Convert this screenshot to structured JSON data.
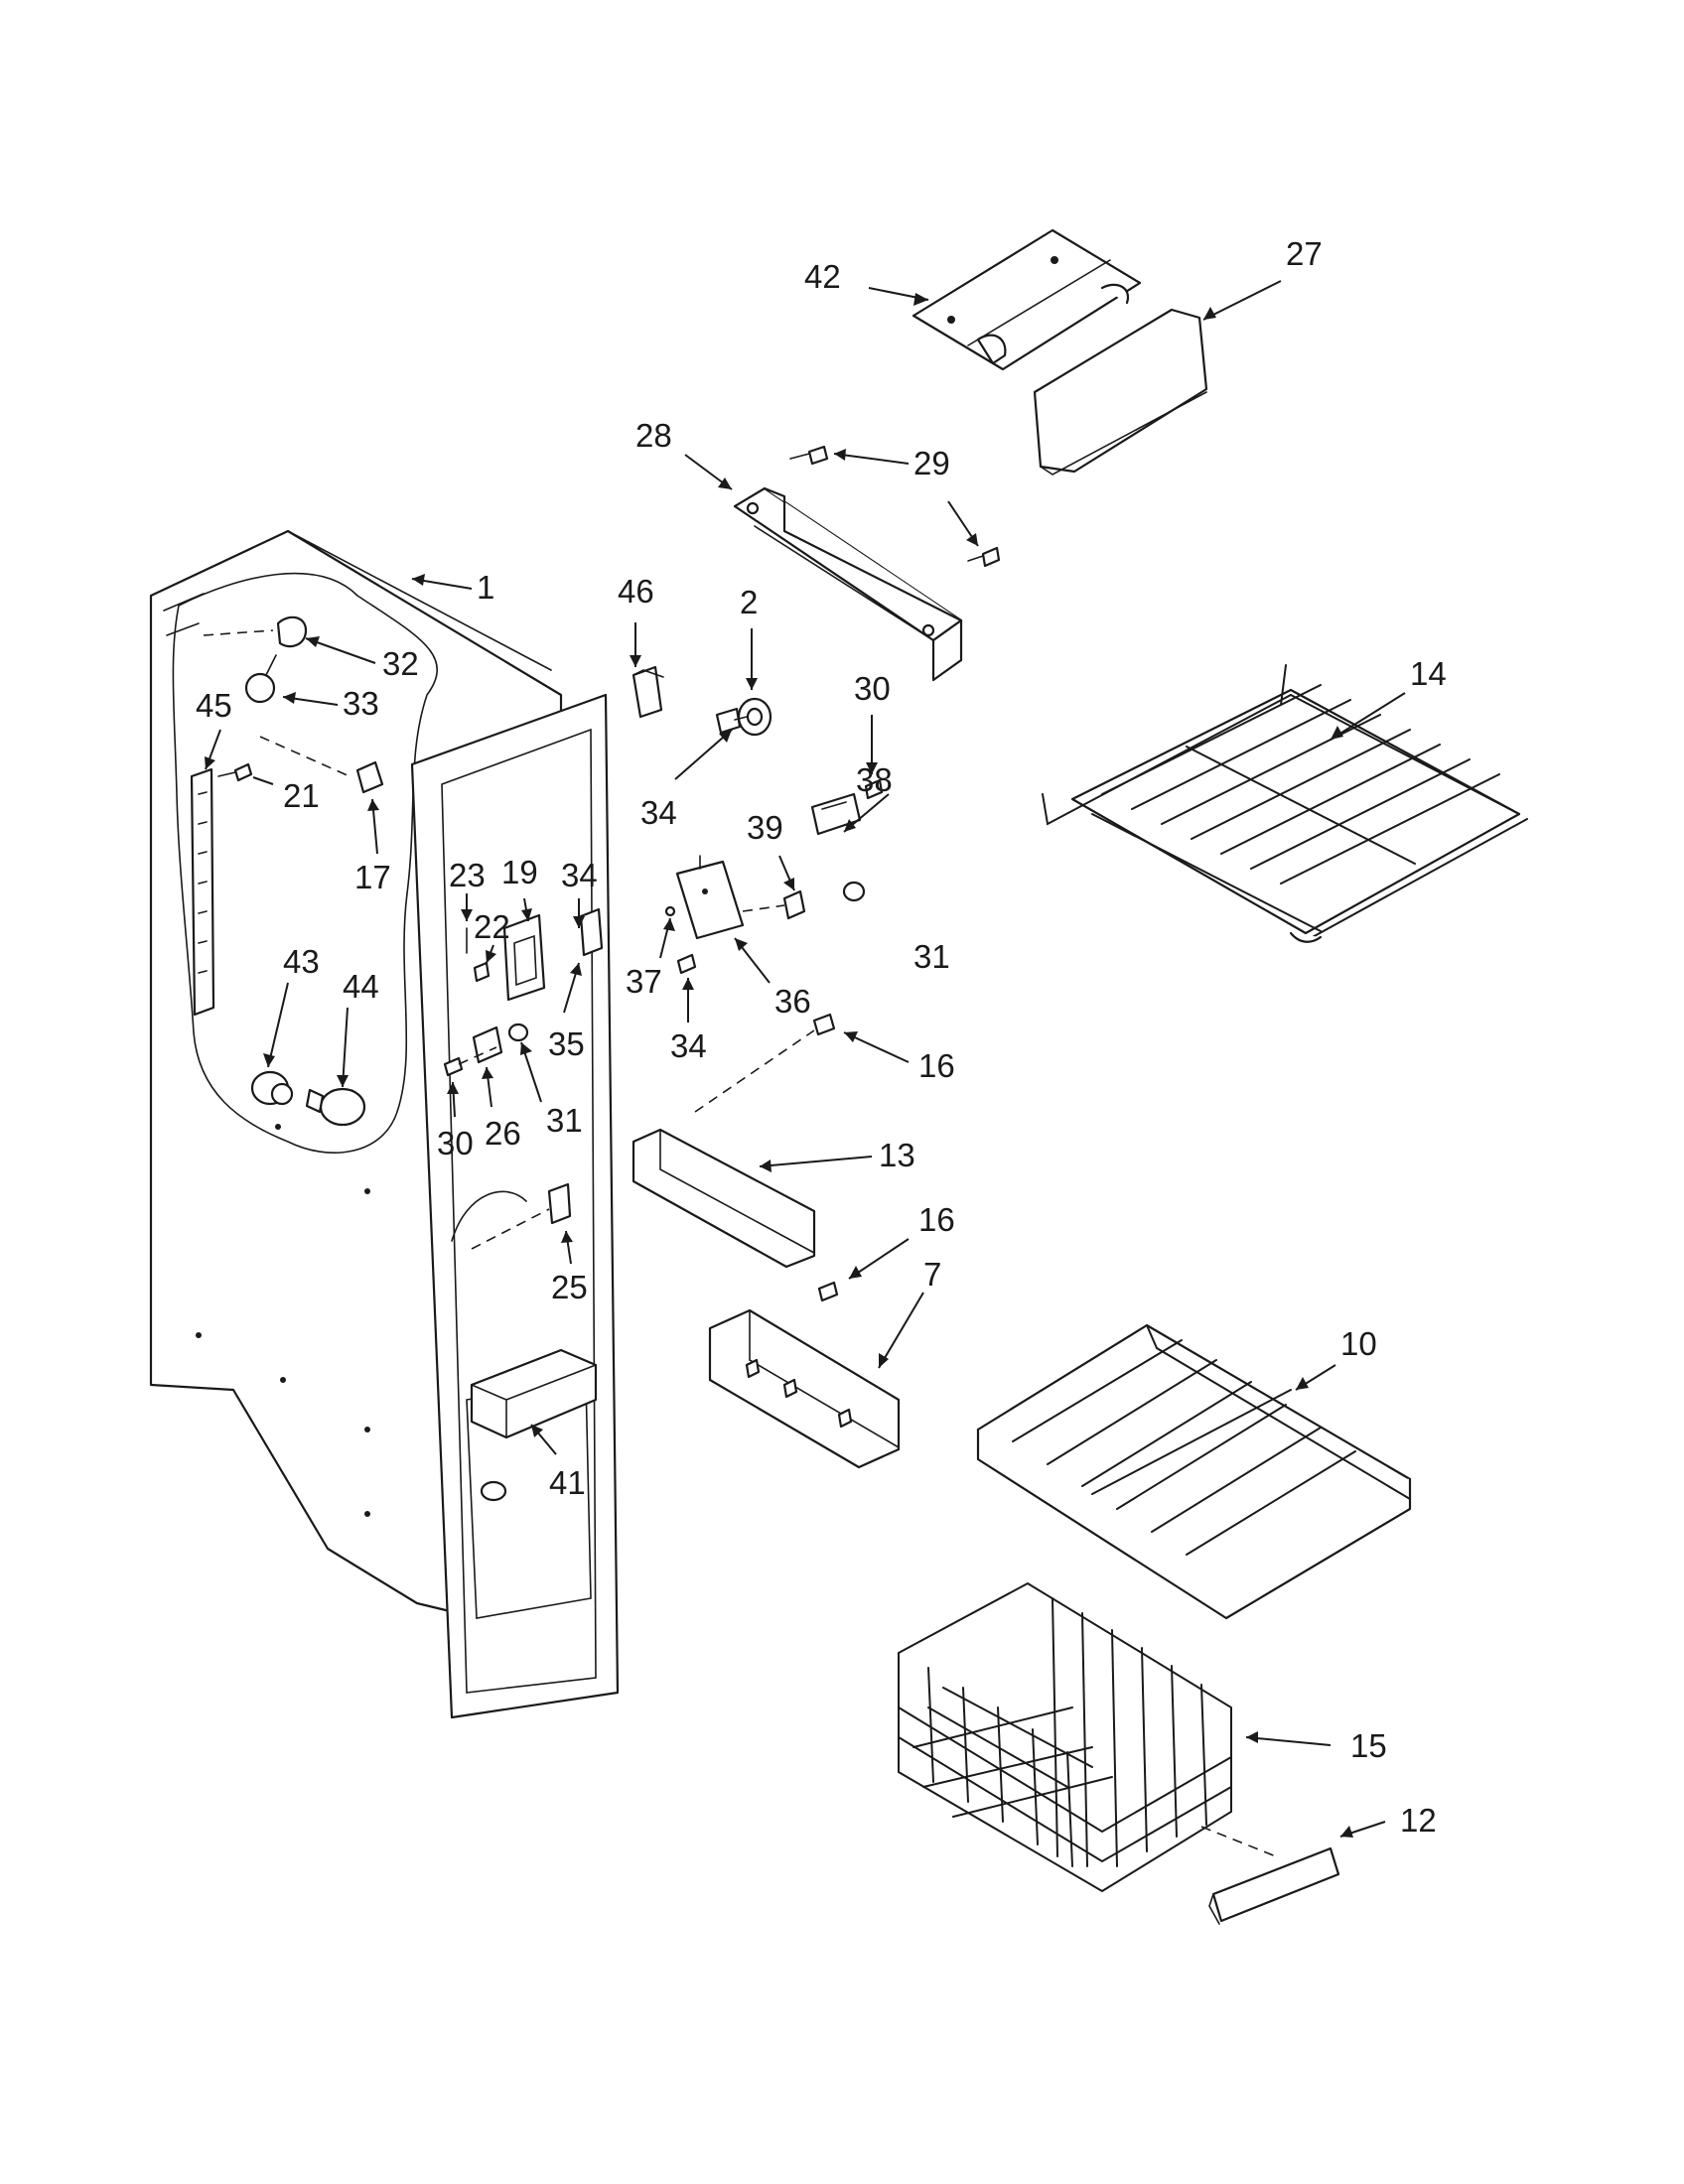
{
  "callouts": [
    {
      "id": "c42",
      "label": "42"
    },
    {
      "id": "c27",
      "label": "27"
    },
    {
      "id": "c28",
      "label": "28"
    },
    {
      "id": "c29",
      "label": "29"
    },
    {
      "id": "c1",
      "label": "1"
    },
    {
      "id": "c46",
      "label": "46"
    },
    {
      "id": "c2",
      "label": "2"
    },
    {
      "id": "c30a",
      "label": "30"
    },
    {
      "id": "c14",
      "label": "14"
    },
    {
      "id": "c32",
      "label": "32"
    },
    {
      "id": "c33",
      "label": "33"
    },
    {
      "id": "c45",
      "label": "45"
    },
    {
      "id": "c21",
      "label": "21"
    },
    {
      "id": "c34a",
      "label": "34"
    },
    {
      "id": "c38",
      "label": "38"
    },
    {
      "id": "c17",
      "label": "17"
    },
    {
      "id": "c39",
      "label": "39"
    },
    {
      "id": "c23",
      "label": "23"
    },
    {
      "id": "c19",
      "label": "19"
    },
    {
      "id": "c34b",
      "label": "34"
    },
    {
      "id": "c22",
      "label": "22"
    },
    {
      "id": "c31a",
      "label": "31"
    },
    {
      "id": "c43",
      "label": "43"
    },
    {
      "id": "c44",
      "label": "44"
    },
    {
      "id": "c37",
      "label": "37"
    },
    {
      "id": "c36",
      "label": "36"
    },
    {
      "id": "c34c",
      "label": "34"
    },
    {
      "id": "c35",
      "label": "35"
    },
    {
      "id": "c16a",
      "label": "16"
    },
    {
      "id": "c26",
      "label": "26"
    },
    {
      "id": "c31b",
      "label": "31"
    },
    {
      "id": "c13",
      "label": "13"
    },
    {
      "id": "c30b",
      "label": "30"
    },
    {
      "id": "c16b",
      "label": "16"
    },
    {
      "id": "c7",
      "label": "7"
    },
    {
      "id": "c25",
      "label": "25"
    },
    {
      "id": "c10",
      "label": "10"
    },
    {
      "id": "c41",
      "label": "41"
    },
    {
      "id": "c15",
      "label": "15"
    },
    {
      "id": "c12",
      "label": "12"
    }
  ],
  "colors": {
    "ink": "#1a1a1a",
    "paper": "#ffffff"
  }
}
